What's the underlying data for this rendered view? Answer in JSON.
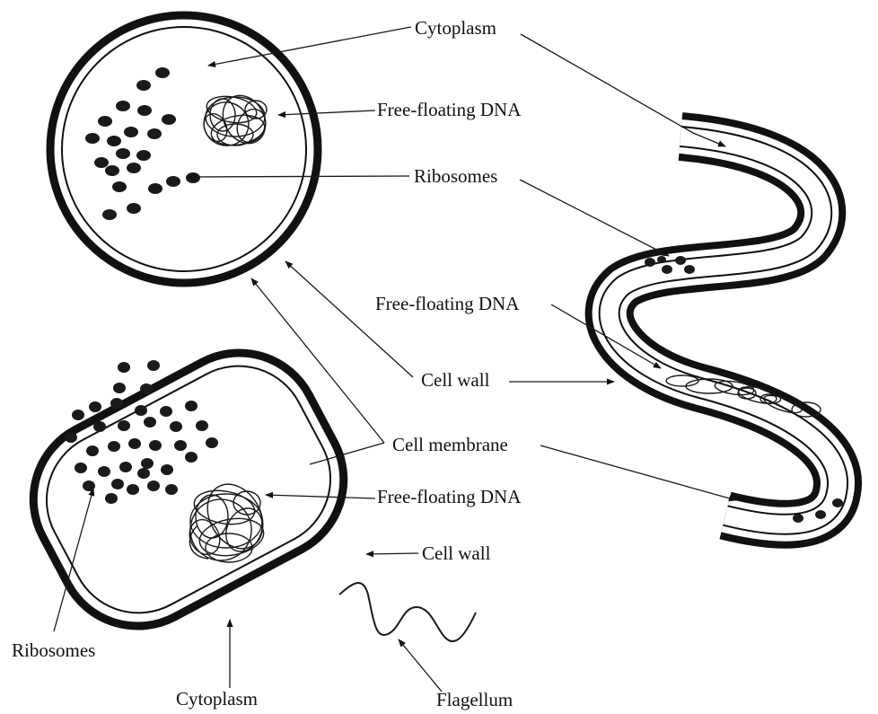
{
  "labels": {
    "coccus_cytoplasm": "Cytoplasm",
    "coccus_dna": "Free-floating DNA",
    "coccus_ribosomes": "Ribosomes",
    "spirillum_dna": "Free-floating DNA",
    "cell_wall_top": "Cell wall",
    "cell_membrane": "Cell membrane",
    "bacillus_dna": "Free-floating DNA",
    "cell_wall_bottom": "Cell wall",
    "bacillus_ribosomes": "Ribosomes",
    "bacillus_cytoplasm": "Cytoplasm",
    "flagellum": "Flagellum"
  },
  "colors": {
    "ink": "#111111",
    "background": "#ffffff"
  }
}
